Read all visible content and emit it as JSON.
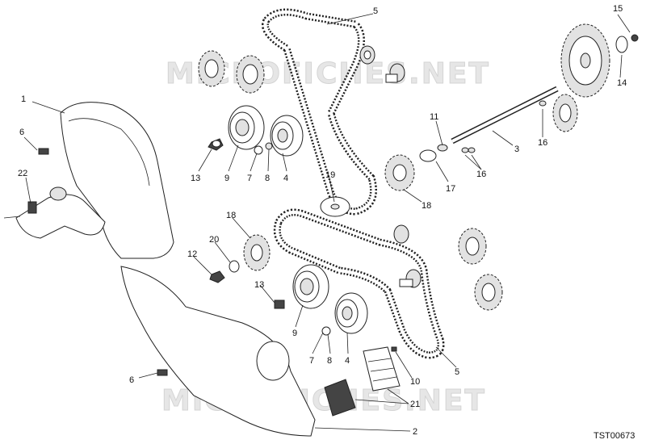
{
  "watermark": [
    "MICROFICHES.NET",
    "MICROFICHES.NET"
  ],
  "drawing_code": "TST00673",
  "labels": {
    "l1": "1",
    "l2": "2",
    "l3": "3",
    "l4a": "4",
    "l4b": "4",
    "l5a": "5",
    "l5b": "5",
    "l6a": "6",
    "l6b": "6",
    "l7a": "7",
    "l7b": "7",
    "l8a": "8",
    "l8b": "8",
    "l9a": "9",
    "l9b": "9",
    "l10": "10",
    "l11": "11",
    "l12": "12",
    "l13a": "13",
    "l13b": "13",
    "l14": "14",
    "l15": "15",
    "l16a": "16",
    "l16b": "16",
    "l17": "17",
    "l18a": "18",
    "l18b": "18",
    "l19": "19",
    "l20": "20",
    "l21": "21",
    "l22": "22"
  }
}
